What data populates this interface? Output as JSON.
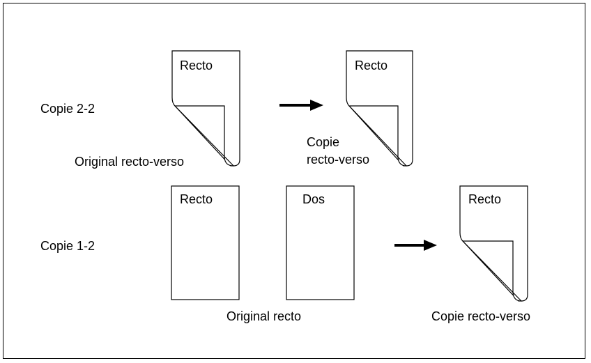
{
  "rows": {
    "copie_2_2": {
      "label": "Copie 2-2",
      "original_page_label": "Recto",
      "original_caption": "Original recto-verso",
      "copy_page_label": "Recto",
      "copy_caption_line1": "Copie",
      "copy_caption_line2": "recto-verso"
    },
    "copie_1_2": {
      "label": "Copie 1-2",
      "original_page1_label": "Recto",
      "original_page2_label": "Dos",
      "original_caption": "Original recto",
      "copy_page_label": "Recto",
      "copy_caption": "Copie recto-verso"
    }
  },
  "icons": {
    "arrow": "arrow-right-icon",
    "page": "page-icon",
    "folded_page": "folded-page-icon"
  },
  "colors": {
    "stroke": "#000000",
    "background": "#ffffff"
  }
}
